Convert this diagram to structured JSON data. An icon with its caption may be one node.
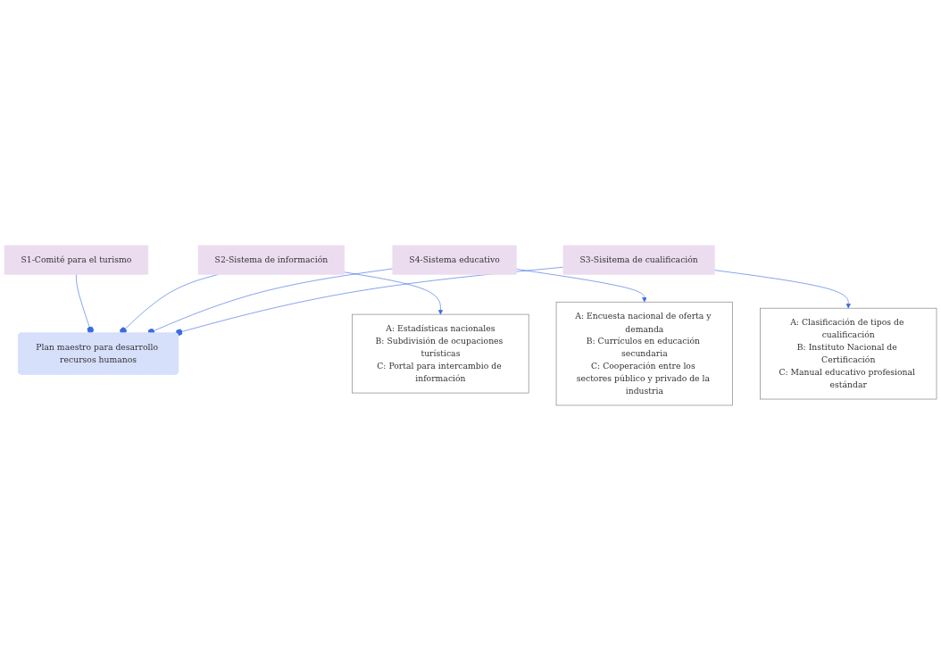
{
  "diagram": {
    "nodes": [
      {
        "text": [
          "S1-Comité para el turismo"
        ]
      },
      {
        "text": [
          "Plan maestro para desarrollo recursos humanos"
        ]
      },
      {
        "text": [
          "S2-Sistema de información"
        ]
      },
      {
        "text": [
          "A: Estadísticas nacionales",
          "B: Subdivisión de ocupaciones turísticas",
          "C: Portal para intercambio de información"
        ]
      },
      {
        "text": [
          "S4-Sistema educativo"
        ]
      },
      {
        "text": [
          "S3-Sisitema de cualificación"
        ]
      },
      {
        "text": [
          "A: Encuesta nacional de oferta y demanda",
          "B: Currículos en educación secundaria",
          "C: Cooperación entre los sectores público y privado de la industria"
        ]
      },
      {
        "text": [
          "A: Clasificación de tipos de cualificación",
          "B: Instituto Nacional de Certificación",
          "C: Manual educativo profesional estándar"
        ]
      }
    ],
    "edges": [
      {
        "from": 0,
        "to": 1,
        "arrow": "other"
      },
      {
        "from": 2,
        "to": 1,
        "arrow": "other"
      },
      {
        "from": 2,
        "to": 3,
        "arrow": "to"
      },
      {
        "from": 4,
        "to": 1,
        "arrow": "other"
      },
      {
        "from": 5,
        "to": 1,
        "arrow": "other"
      },
      {
        "from": 4,
        "to": 6,
        "arrow": "to"
      },
      {
        "from": 5,
        "to": 7,
        "arrow": "to"
      }
    ]
  }
}
